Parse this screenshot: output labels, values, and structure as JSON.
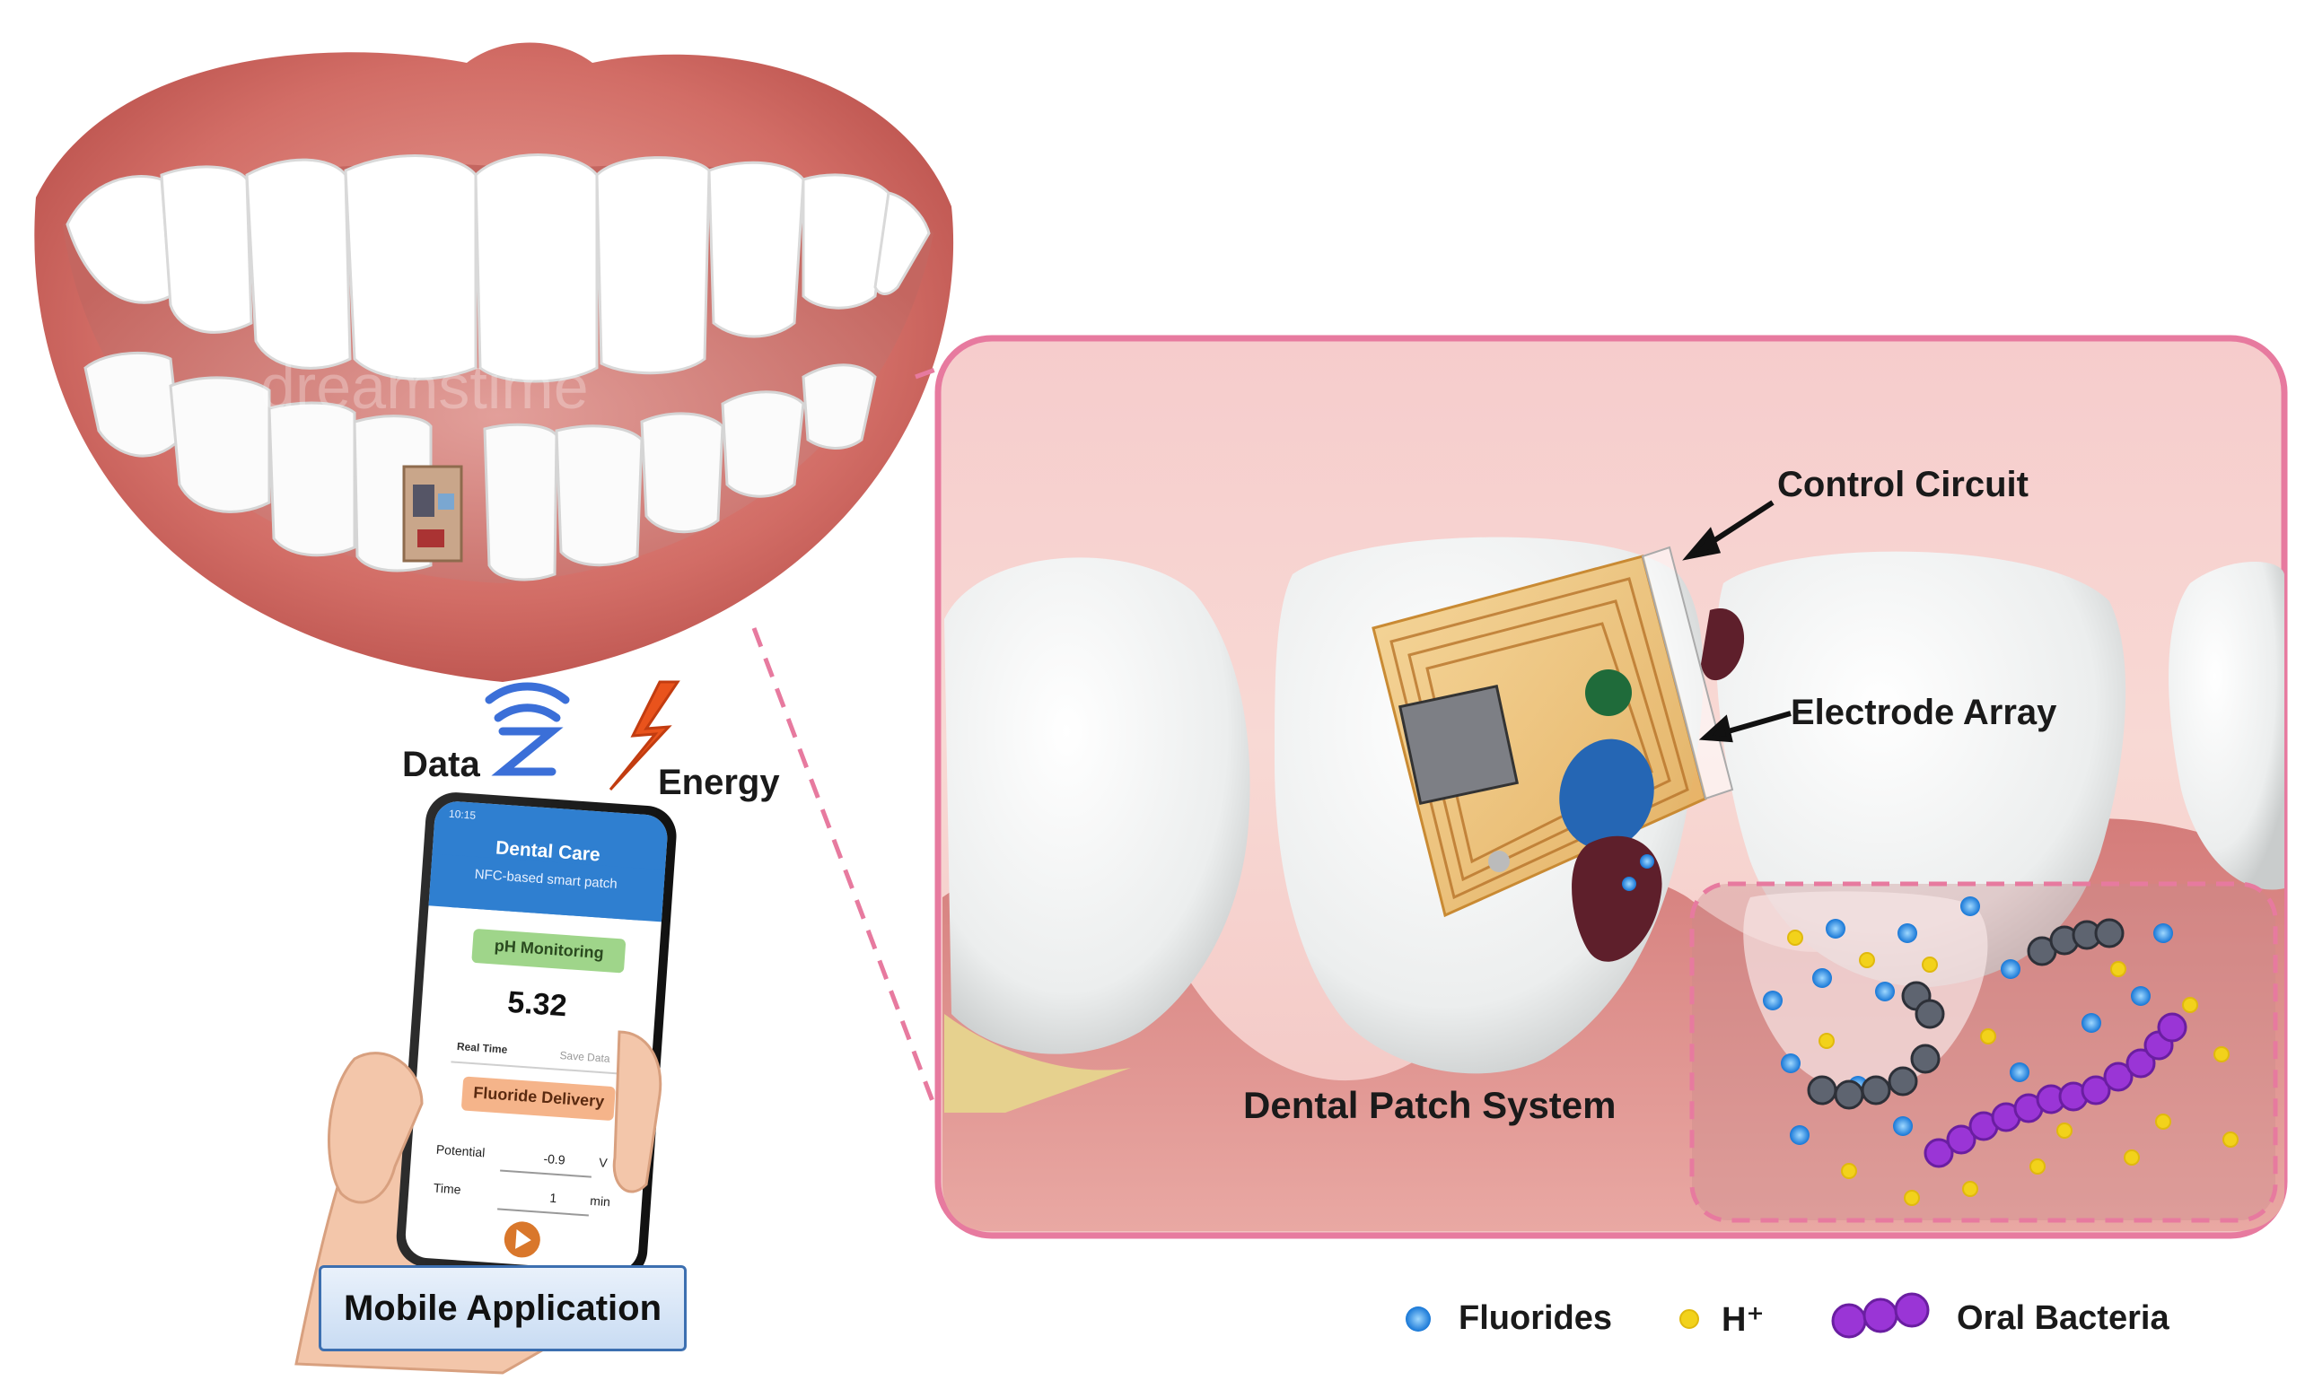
{
  "labels": {
    "control_circuit": "Control Circuit",
    "electrode_array": "Electrode Array",
    "dental_patch_system": "Dental Patch System",
    "data": "Data",
    "energy": "Energy",
    "mobile_application": "Mobile Application",
    "watermark": "dreamstime"
  },
  "legend": [
    {
      "label": "Fluorides",
      "icon": "blue-drop-icon",
      "color": "#1e90ff"
    },
    {
      "label": "H⁺",
      "icon": "yellow-dot-icon",
      "color": "#f2d21b"
    },
    {
      "label": "Oral Bacteria",
      "icon": "purple-bacteria-icon",
      "color": "#9a35d6"
    }
  ],
  "phone_app": {
    "status_left": "10:15",
    "title": "Dental Care",
    "subtitle": "NFC-based smart patch",
    "ph_header": "pH Monitoring",
    "ph_value": "5.32",
    "tab_realtime": "Real Time",
    "tab_save": "Save Data",
    "fluoride_header": "Fluoride Delivery",
    "potential_label": "Potential",
    "potential_value": "-0.9",
    "potential_unit": "V",
    "time_label": "Time",
    "time_value": "1",
    "time_unit": "min"
  },
  "colors": {
    "frame_pink": "#e77a9f",
    "gum_pink": "#d98585",
    "lip_red": "#c55a55",
    "app_blue": "#2f7fd0",
    "ph_green": "#9fd58a",
    "fluoride_orange": "#f5b48a",
    "play_orange": "#d9772b"
  }
}
